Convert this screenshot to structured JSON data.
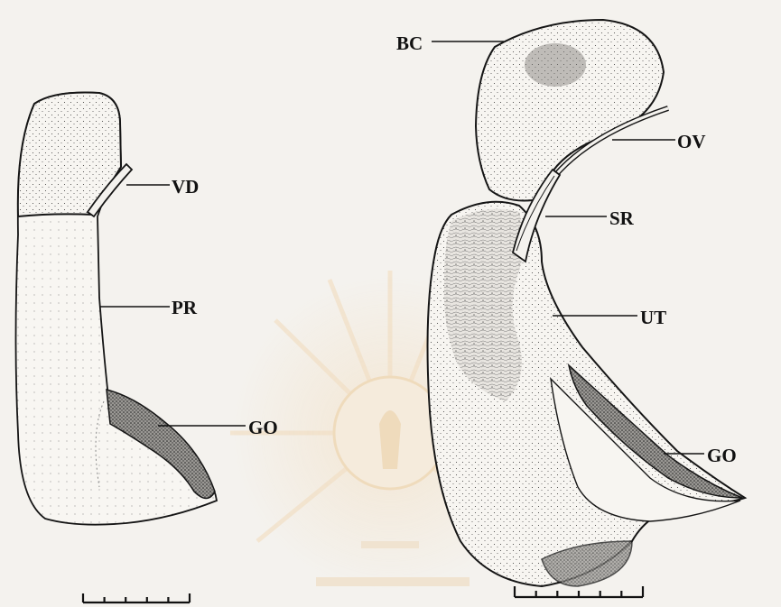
{
  "labels": {
    "left": {
      "vd": "VD",
      "pr": "PR",
      "go": "GO"
    },
    "right": {
      "bc": "BC",
      "ov": "OV",
      "sr": "SR",
      "ut": "UT",
      "go": "GO"
    }
  },
  "colors": {
    "ink": "#151515",
    "paper": "#f4f2ee"
  },
  "icons": {
    "watermark": "university-seal-watermark-icon"
  }
}
